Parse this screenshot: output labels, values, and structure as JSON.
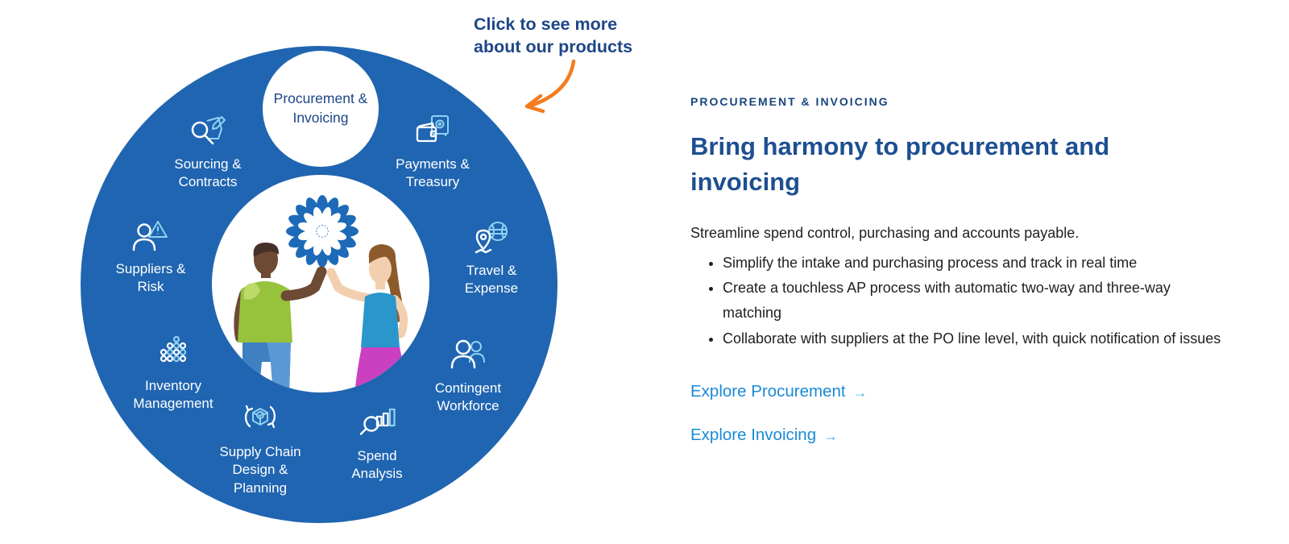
{
  "tooltip": {
    "line1": "Click to see more",
    "line2": "about our products"
  },
  "wheel": {
    "center_label": "Procurement & Invoicing",
    "segments": [
      {
        "label": "Sourcing & Contracts",
        "icon": "sourcing-contracts-icon"
      },
      {
        "label": "Payments & Treasury",
        "icon": "payments-treasury-icon"
      },
      {
        "label": "Suppliers & Risk",
        "icon": "suppliers-risk-icon"
      },
      {
        "label": "Travel & Expense",
        "icon": "travel-expense-icon"
      },
      {
        "label": "Inventory Management",
        "icon": "inventory-management-icon"
      },
      {
        "label": "Contingent Workforce",
        "icon": "contingent-workforce-icon"
      },
      {
        "label": "Supply Chain Design & Planning",
        "icon": "supply-chain-icon"
      },
      {
        "label": "Spend Analysis",
        "icon": "spend-analysis-icon"
      }
    ]
  },
  "content": {
    "eyebrow": "PROCUREMENT & INVOICING",
    "title": "Bring harmony to procurement and invoicing",
    "intro": "Streamline spend control, purchasing and accounts payable.",
    "bullets": [
      "Simplify the intake and purchasing process and track in real time",
      "Create a touchless AP process with automatic two-way and three-way matching",
      "Collaborate with suppliers at the PO line level, with quick notification of issues"
    ],
    "links": [
      {
        "label": "Explore Procurement",
        "arrow": "→"
      },
      {
        "label": "Explore Invoicing",
        "arrow": "→"
      }
    ]
  },
  "colors": {
    "wheel_blue": "#2065b1",
    "icon_light_blue": "#8fd2f2",
    "navy_text": "#1c4587",
    "headline_blue": "#1d4f91",
    "link_blue": "#1a8ad6",
    "arrow_orange": "#f47b20"
  }
}
